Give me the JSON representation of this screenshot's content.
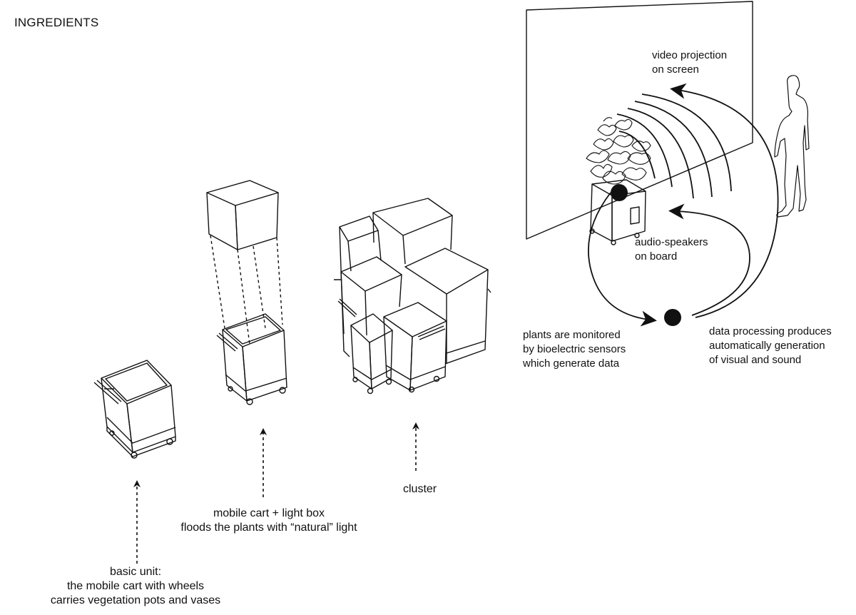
{
  "title": "INGREDIENTS",
  "labels": {
    "basic_unit": [
      "basic unit:",
      "the mobile cart with wheels",
      "carries vegetation pots and vases"
    ],
    "light_box": [
      "mobile cart + light box",
      "floods the plants with “natural” light"
    ],
    "cluster": [
      "cluster"
    ],
    "video": [
      "video projection",
      "on screen"
    ],
    "speakers": [
      "audio-speakers",
      "on board"
    ],
    "sensors": [
      "plants are monitored",
      "by bioelectric sensors",
      "which generate data"
    ],
    "processing": [
      "data processing produces",
      "automatically generation",
      "of visual and sound"
    ]
  },
  "colors": {
    "ink": "#111111",
    "fill": "#ffffff"
  },
  "icons": [
    "cart-icon",
    "light-box-icon",
    "plant-icon",
    "person-icon",
    "screen-icon",
    "sensor-node-icon",
    "data-node-icon",
    "sound-wave-icon",
    "arrow-icon"
  ]
}
